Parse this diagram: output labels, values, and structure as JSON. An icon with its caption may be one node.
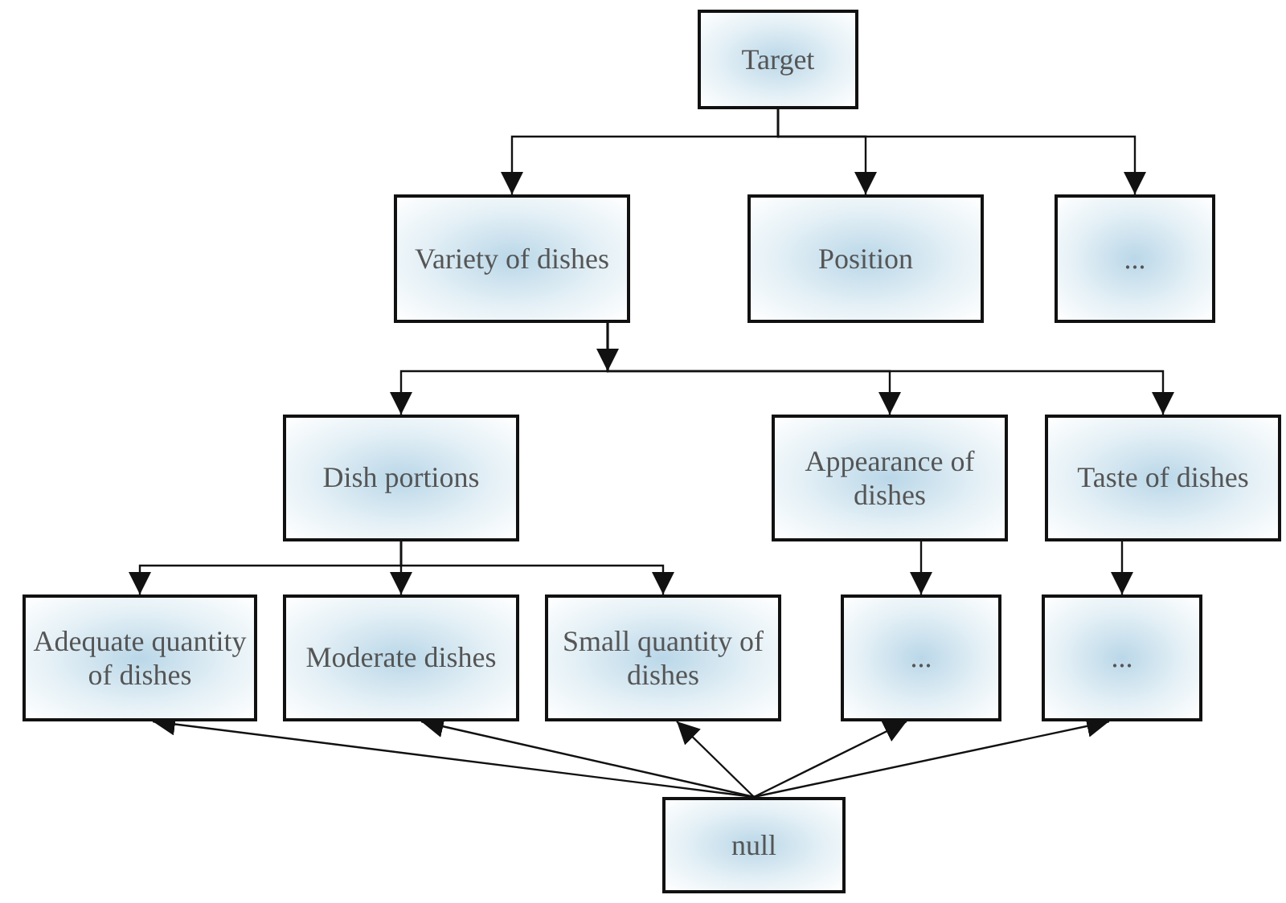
{
  "diagram": {
    "nodes": [
      {
        "text": [
          "Target"
        ]
      },
      {
        "text": [
          "Variety of dishes"
        ]
      },
      {
        "text": [
          "Position"
        ]
      },
      {
        "text": [
          "..."
        ]
      },
      {
        "text": [
          "Dish portions"
        ]
      },
      {
        "text": [
          "Appearance of dishes"
        ]
      },
      {
        "text": [
          "Taste of dishes"
        ]
      },
      {
        "text": [
          "Adequate quantity of dishes"
        ]
      },
      {
        "text": [
          "Moderate dishes"
        ]
      },
      {
        "text": [
          "Small quantity of dishes"
        ]
      },
      {
        "text": [
          "..."
        ]
      },
      {
        "text": [
          "..."
        ]
      },
      {
        "text": [
          "null"
        ]
      }
    ],
    "edges": [
      {
        "from": 0,
        "to": 1,
        "arrow": "to"
      },
      {
        "from": 0,
        "to": 2,
        "arrow": "to"
      },
      {
        "from": 0,
        "to": 3,
        "arrow": "to"
      },
      {
        "from": 1,
        "to": 4,
        "arrow": "to"
      },
      {
        "from": 1,
        "to": 5,
        "arrow": "to"
      },
      {
        "from": 1,
        "to": 6,
        "arrow": "to"
      },
      {
        "from": 4,
        "to": 7,
        "arrow": "to"
      },
      {
        "from": 4,
        "to": 8,
        "arrow": "to"
      },
      {
        "from": 4,
        "to": 9,
        "arrow": "to"
      },
      {
        "from": 5,
        "to": 10,
        "arrow": "to"
      },
      {
        "from": 6,
        "to": 11,
        "arrow": "to"
      },
      {
        "from": 12,
        "to": 7,
        "arrow": "to"
      },
      {
        "from": 12,
        "to": 8,
        "arrow": "to"
      },
      {
        "from": 12,
        "to": 9,
        "arrow": "to"
      },
      {
        "from": 12,
        "to": 10,
        "arrow": "to"
      },
      {
        "from": 12,
        "to": 11,
        "arrow": "to"
      }
    ]
  }
}
